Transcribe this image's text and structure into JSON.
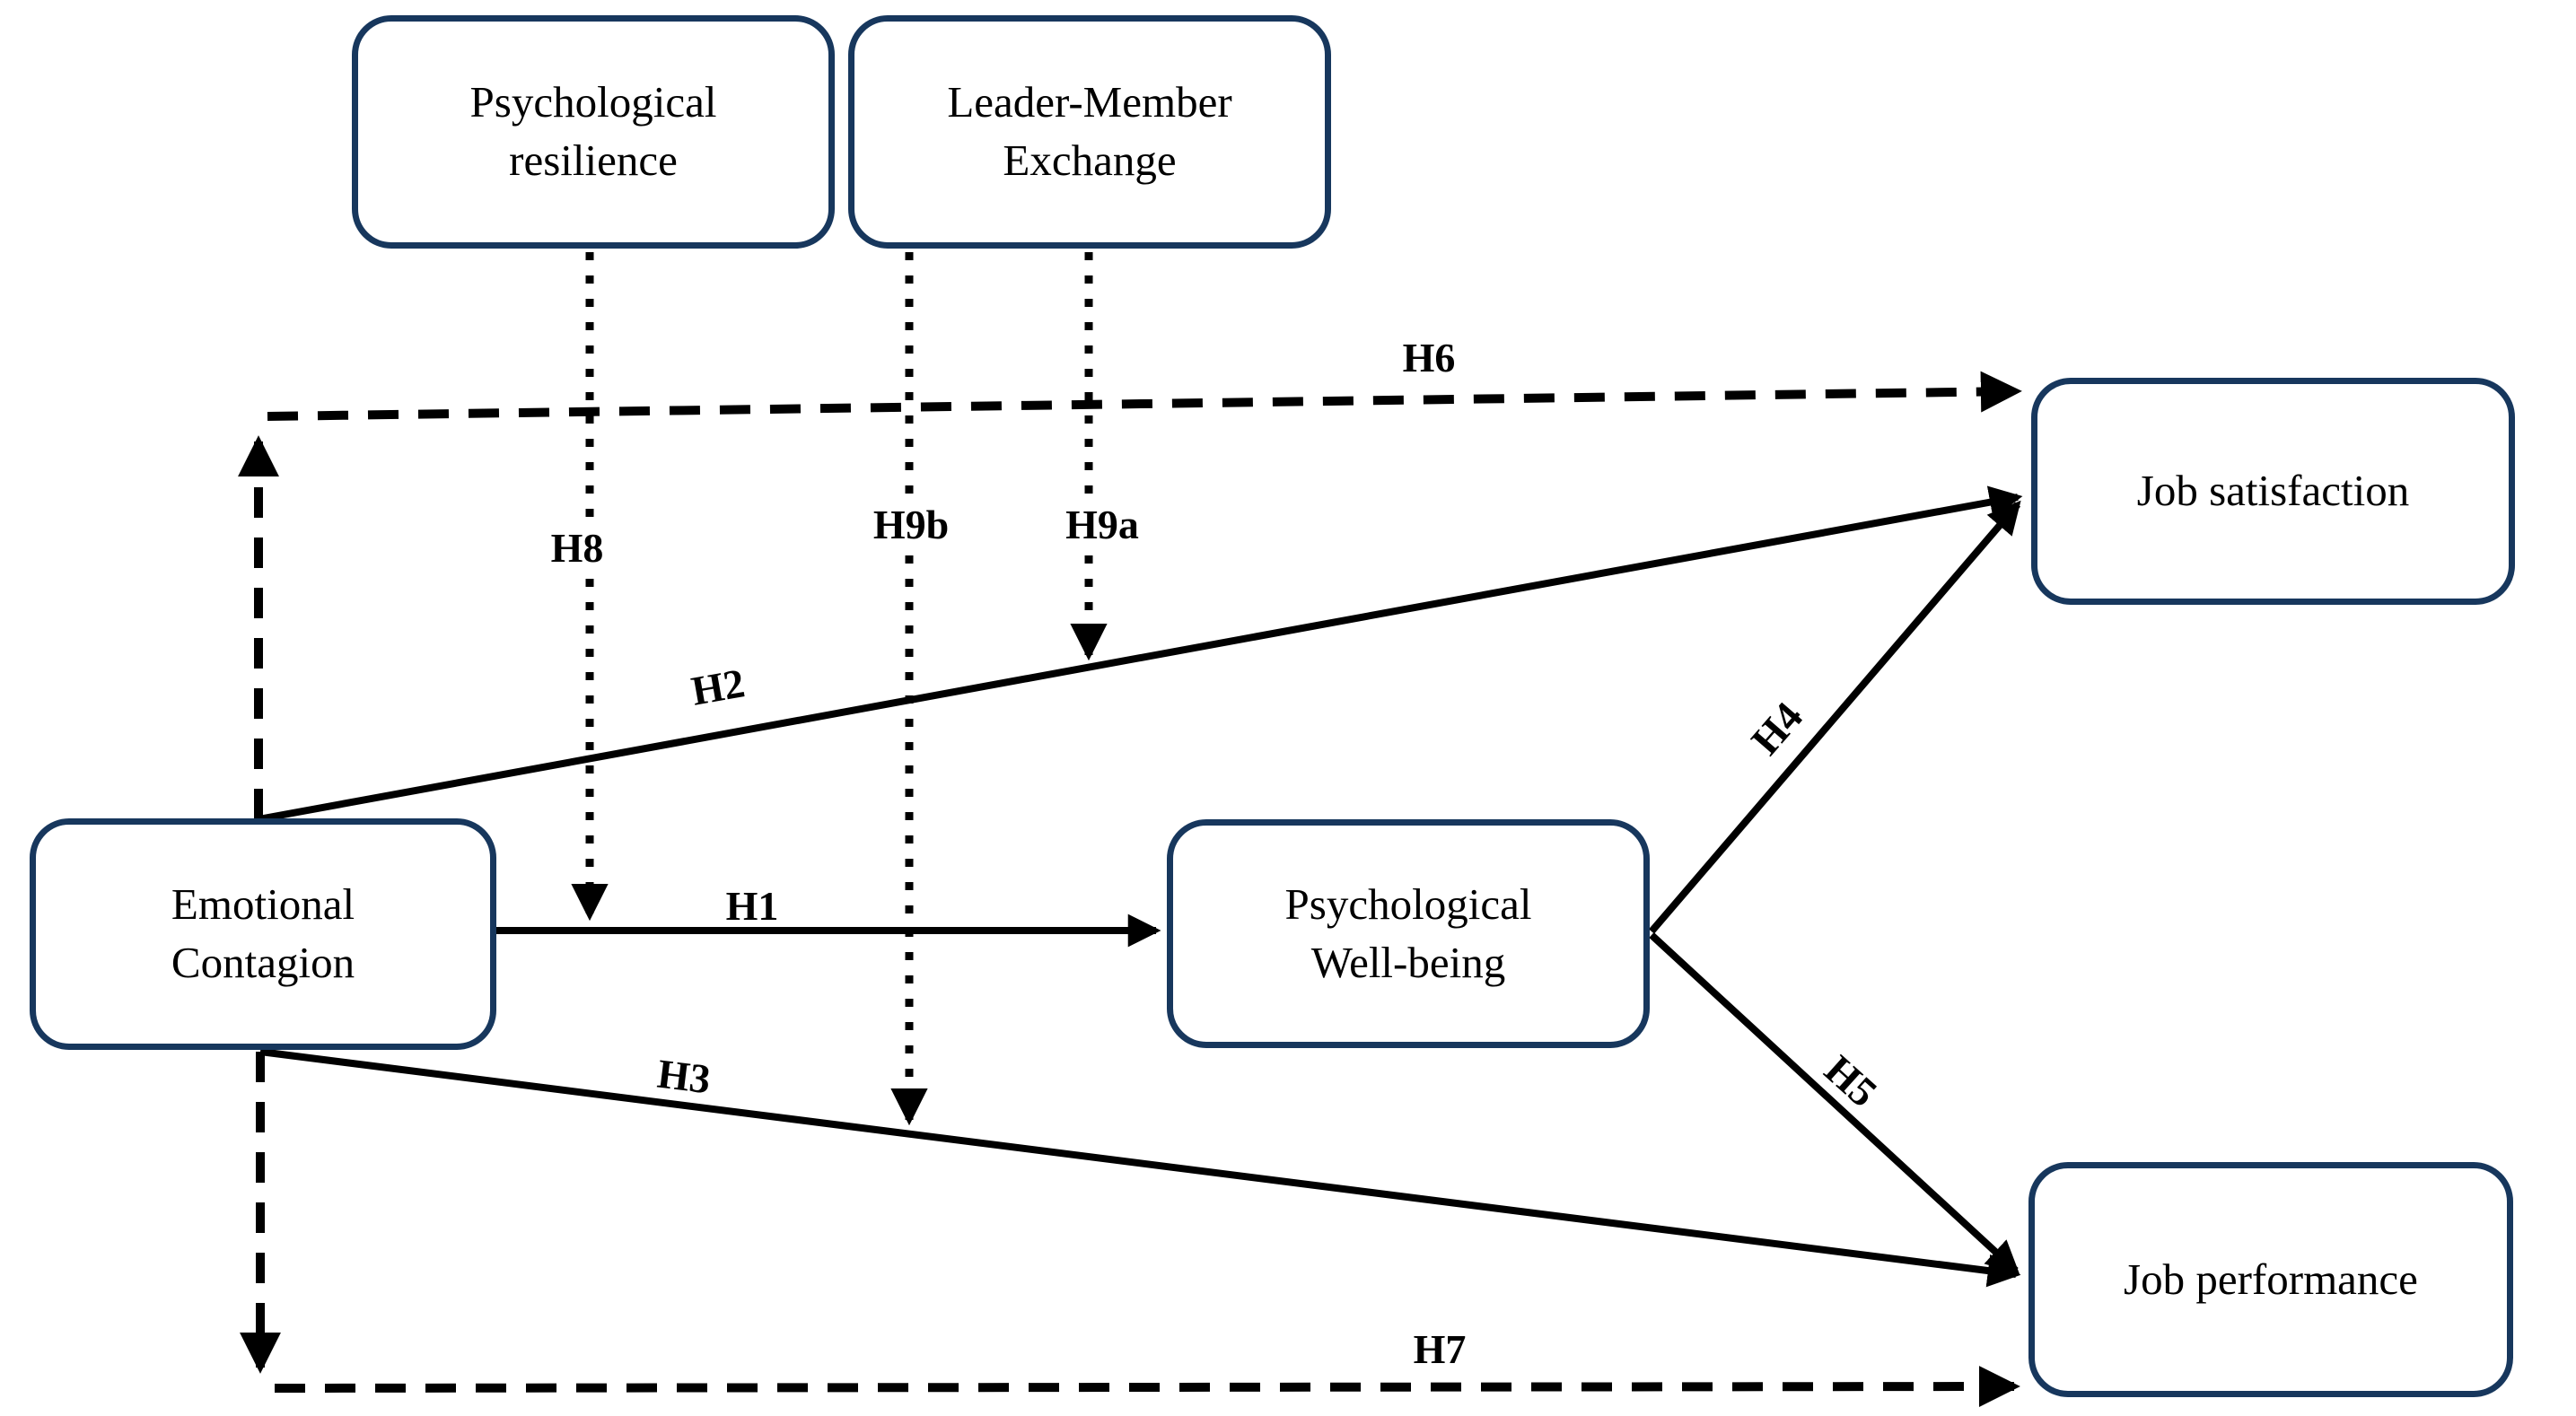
{
  "diagram": {
    "colors": {
      "box_border": "#17375d",
      "line": "#000000",
      "background": "#ffffff"
    },
    "nodes": {
      "psychological_resilience": {
        "label": "Psychological\nresilience"
      },
      "leader_member_exchange": {
        "label": "Leader-Member\nExchange"
      },
      "emotional_contagion": {
        "label": "Emotional\nContagion"
      },
      "psychological_well_being": {
        "label": "Psychological\nWell-being"
      },
      "job_satisfaction": {
        "label": "Job satisfaction"
      },
      "job_performance": {
        "label": "Job performance"
      }
    },
    "edges": [
      {
        "label": "H1",
        "from": "Emotional Contagion",
        "to": "Psychological Well-being",
        "style": "solid"
      },
      {
        "label": "H2",
        "from": "Emotional Contagion",
        "to": "Job satisfaction",
        "style": "solid"
      },
      {
        "label": "H3",
        "from": "Emotional Contagion",
        "to": "Job performance",
        "style": "solid"
      },
      {
        "label": "H4",
        "from": "Psychological Well-being",
        "to": "Job satisfaction",
        "style": "solid"
      },
      {
        "label": "H5",
        "from": "Psychological Well-being",
        "to": "Job performance",
        "style": "solid"
      },
      {
        "label": "H6",
        "from": "Emotional Contagion",
        "to": "Job satisfaction",
        "style": "dashed"
      },
      {
        "label": "H7",
        "from": "Emotional Contagion",
        "to": "Job performance",
        "style": "dashed"
      },
      {
        "label": "H8",
        "from": "Psychological resilience",
        "to": "H1 path",
        "style": "dotted"
      },
      {
        "label": "H9a",
        "from": "Leader-Member Exchange",
        "to": "H2 path",
        "style": "dotted"
      },
      {
        "label": "H9b",
        "from": "Leader-Member Exchange",
        "to": "H3 path",
        "style": "dotted"
      }
    ]
  }
}
